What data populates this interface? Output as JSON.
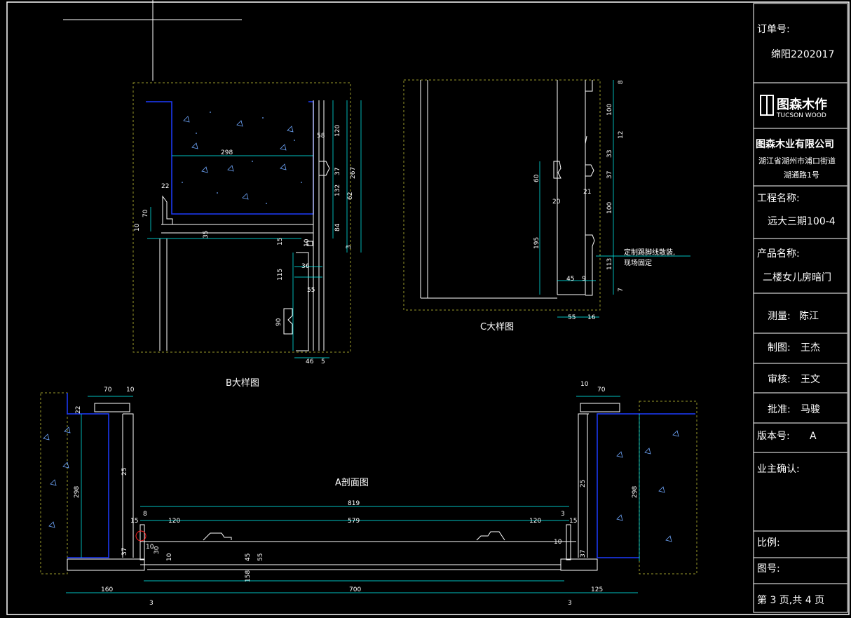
{
  "title_block": {
    "order_label": "订单号:",
    "order_no": "绵阳2202017",
    "logo_cn": "图森木作",
    "logo_en": "TUCSON WOOD",
    "company": "图森木业有限公司",
    "address_line1": "湖江省湖州市浦口街道",
    "address_line2": "湖通路1号",
    "project_label": "工程名称:",
    "project": "远大三期100-4",
    "product_label": "产品名称:",
    "product": "二楼女儿房暗门",
    "measure_label": "测量:",
    "measure": "陈江",
    "draw_label": "制图:",
    "draw": "王杰",
    "review_label": "审核:",
    "review": "王文",
    "approve_label": "批准:",
    "approve": "马骏",
    "version_label": "版本号:",
    "version": "A",
    "owner_label": "业主确认:",
    "scale_label": "比例:",
    "figure_label": "图号:",
    "page_info": "第 3 页,共 4 页"
  },
  "views": {
    "b_title": "B大样图",
    "c_title": "C大样图",
    "a_title": "A剖面图",
    "c_note_1": "定制踢脚线散装,",
    "c_note_2": "现场固定"
  },
  "dims": {
    "b": [
      "298",
      "120",
      "267",
      "37",
      "132",
      "62",
      "84",
      "3",
      "115",
      "55",
      "36",
      "10",
      "90",
      "46",
      "5",
      "22",
      "70",
      "10",
      "35",
      "15",
      "58"
    ],
    "c": [
      "8",
      "100",
      "12",
      "33",
      "37",
      "100",
      "113",
      "7",
      "195",
      "60",
      "20",
      "21",
      "45",
      "9",
      "55",
      "16"
    ],
    "a": [
      "70",
      "10",
      "10",
      "70",
      "22",
      "298",
      "25",
      "25",
      "298",
      "819",
      "579",
      "120",
      "120",
      "8",
      "3",
      "15",
      "15",
      "10",
      "10",
      "37",
      "37",
      "45",
      "55",
      "158",
      "30",
      "10",
      "160",
      "700",
      "125",
      "3",
      "3"
    ]
  },
  "colors": {
    "background": "#000000",
    "line_white": "#ffffff",
    "dim_cyan": "#00ffff",
    "wall_blue": "#1e3cff",
    "dashed_yellow": "#9a9a2a",
    "hatch": "#6fa8ff",
    "marker_red": "#ff2020"
  }
}
